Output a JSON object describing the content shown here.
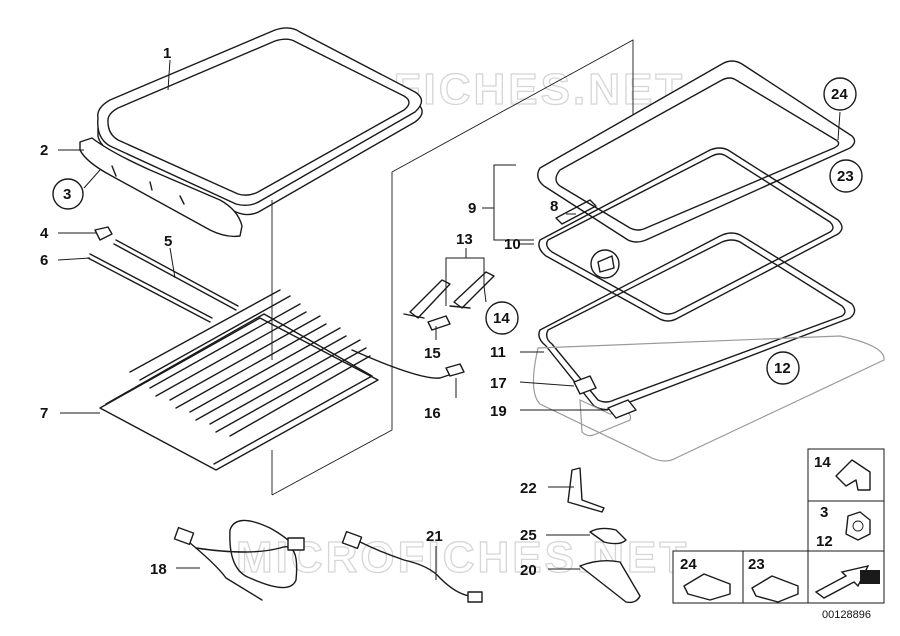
{
  "watermark": "MICROFICHES.NET",
  "diagram_id": "00128896",
  "callouts": [
    "1",
    "2",
    "3",
    "4",
    "5",
    "6",
    "7",
    "8",
    "9",
    "10",
    "11",
    "12",
    "13",
    "14",
    "15",
    "16",
    "17",
    "18",
    "19",
    "20",
    "21",
    "22",
    "23",
    "24",
    "25"
  ],
  "insets": {
    "row1": [
      "14"
    ],
    "row2": [
      "3",
      "12"
    ],
    "row3": [
      "24",
      "23"
    ]
  }
}
